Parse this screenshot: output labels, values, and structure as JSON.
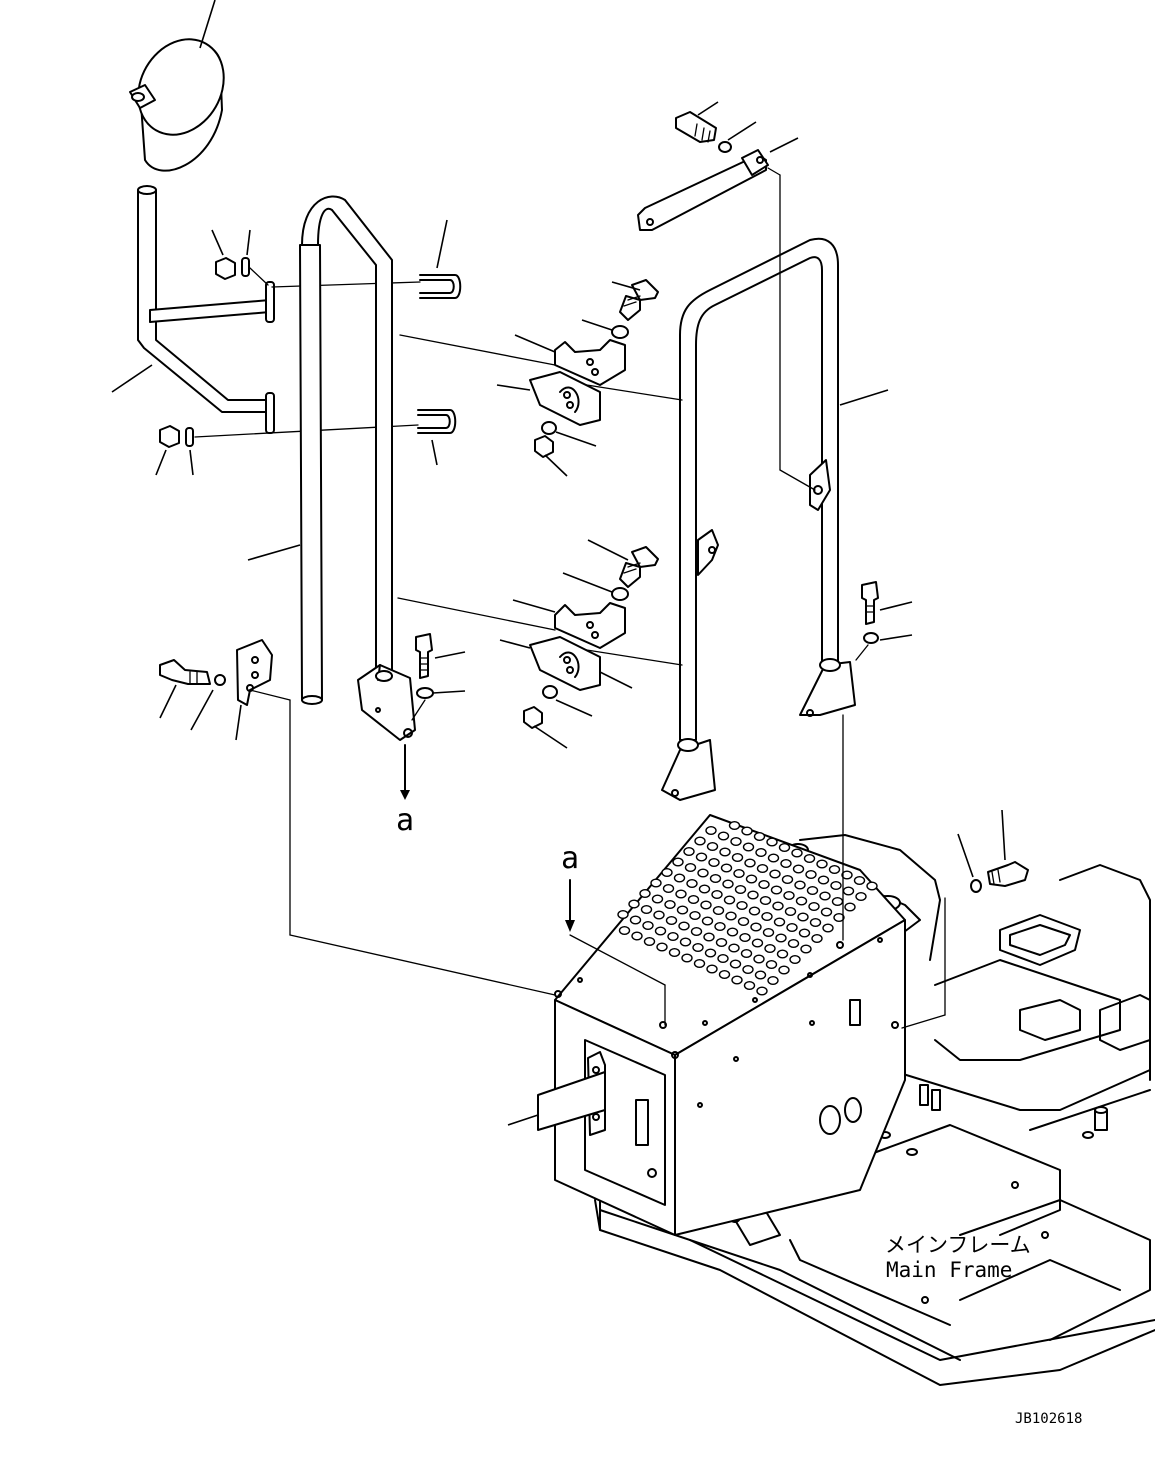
{
  "diagram": {
    "callouts": {
      "a_top": "a",
      "a_box": "a"
    },
    "labels": {
      "main_frame_jp": "メインフレーム",
      "main_frame_en": "Main Frame"
    },
    "drawing_number": "JB102618"
  }
}
